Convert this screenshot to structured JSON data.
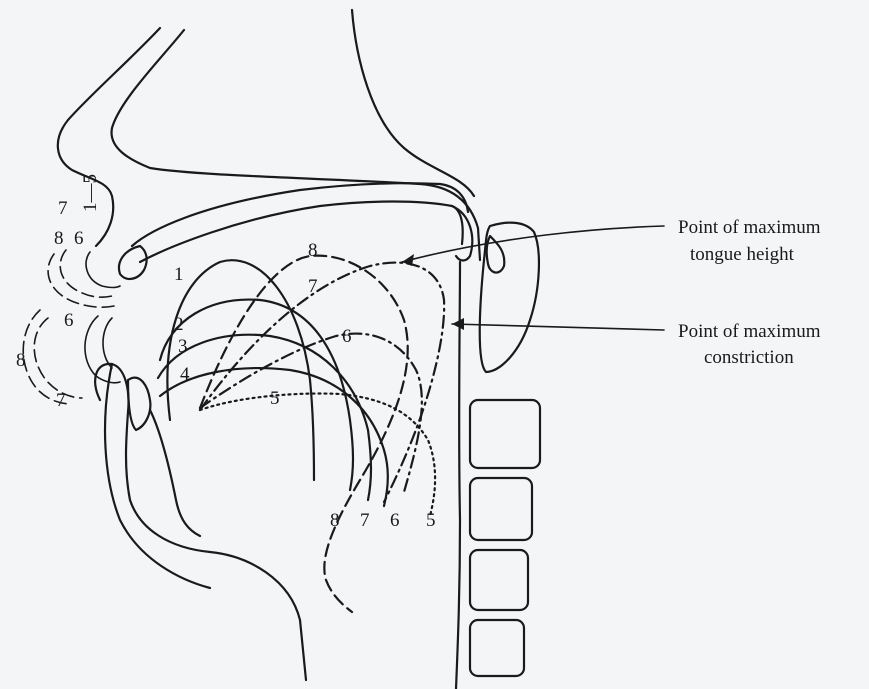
{
  "annotations": {
    "max_tongue_height_line1": "Point of maximum",
    "max_tongue_height_line2": "tongue height",
    "max_constriction_line1": "Point of maximum",
    "max_constriction_line2": "constriction"
  },
  "tongue_labels": [
    "1",
    "2",
    "3",
    "4",
    "5",
    "6",
    "7",
    "8"
  ],
  "lip_labels": {
    "upper_7": "7",
    "upper_8": "8",
    "upper_6": "6",
    "upper_1_5": "1—5",
    "lower_6": "6",
    "lower_8": "8",
    "lower_7": "7"
  },
  "pharynx_labels": [
    "8",
    "7",
    "6",
    "5"
  ]
}
